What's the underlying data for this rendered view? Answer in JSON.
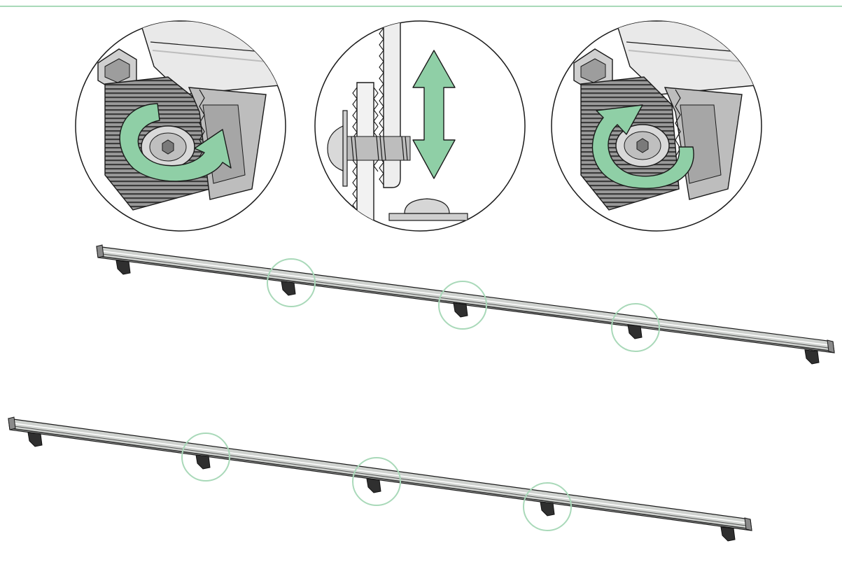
{
  "diagram": {
    "type": "assembly-instruction",
    "text": [],
    "colors": {
      "accent_green": "#8fcfa6",
      "accent_green_dark": "#2f6b45",
      "outline": "#1a1a1a",
      "rail_gray": "#c9ccc9",
      "rail_dark": "#3a3a3a",
      "metal_light": "#e6e6e6",
      "metal_mid": "#b8b8b8",
      "rule_green": "#a9d9b9"
    },
    "detail_views": [
      {
        "id": "rotate-clockwise",
        "icon": "rotate-clockwise-arrow-icon"
      },
      {
        "id": "adjust-height",
        "icon": "up-down-arrow-icon"
      },
      {
        "id": "rotate-counterclockwise",
        "icon": "rotate-counterclockwise-arrow-icon"
      }
    ],
    "rails": [
      {
        "id": "upper-rail",
        "clamps": 5,
        "highlighted_clamps": 3
      },
      {
        "id": "lower-rail",
        "clamps": 5,
        "highlighted_clamps": 3
      }
    ]
  }
}
